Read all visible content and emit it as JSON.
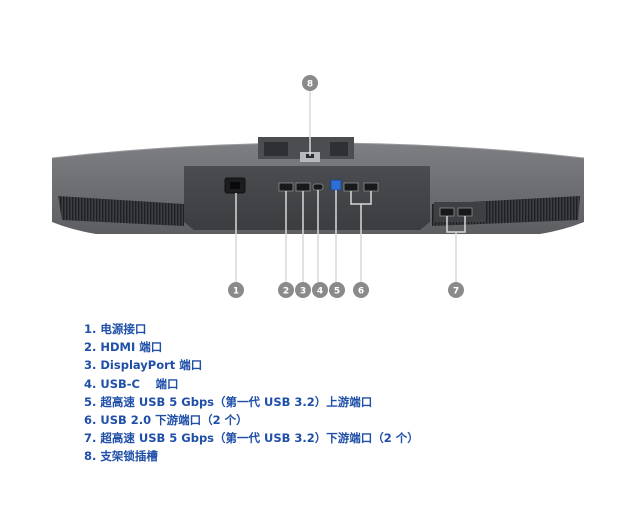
{
  "callouts": [
    "1",
    "2",
    "3",
    "4",
    "5",
    "6",
    "7",
    "8"
  ],
  "legend": [
    "1. 电源接口",
    "2. HDMI 端口",
    "3. DisplayPort 端口",
    "4. USB-C　 端口",
    "5. 超高速 USB 5 Gbps（第一代 USB 3.2）上游端口",
    "6. USB 2.0 下游端口（2 个）",
    "7. 超高速 USB 5 Gbps（第一代 USB 3.2）下游端口（2 个）",
    "8. 支架锁插槽"
  ],
  "colors": {
    "legend_text": "#1f4fa8",
    "badge": "#8a8a8a",
    "monitor_body": "#6a6c70",
    "monitor_dark": "#2e3033"
  }
}
